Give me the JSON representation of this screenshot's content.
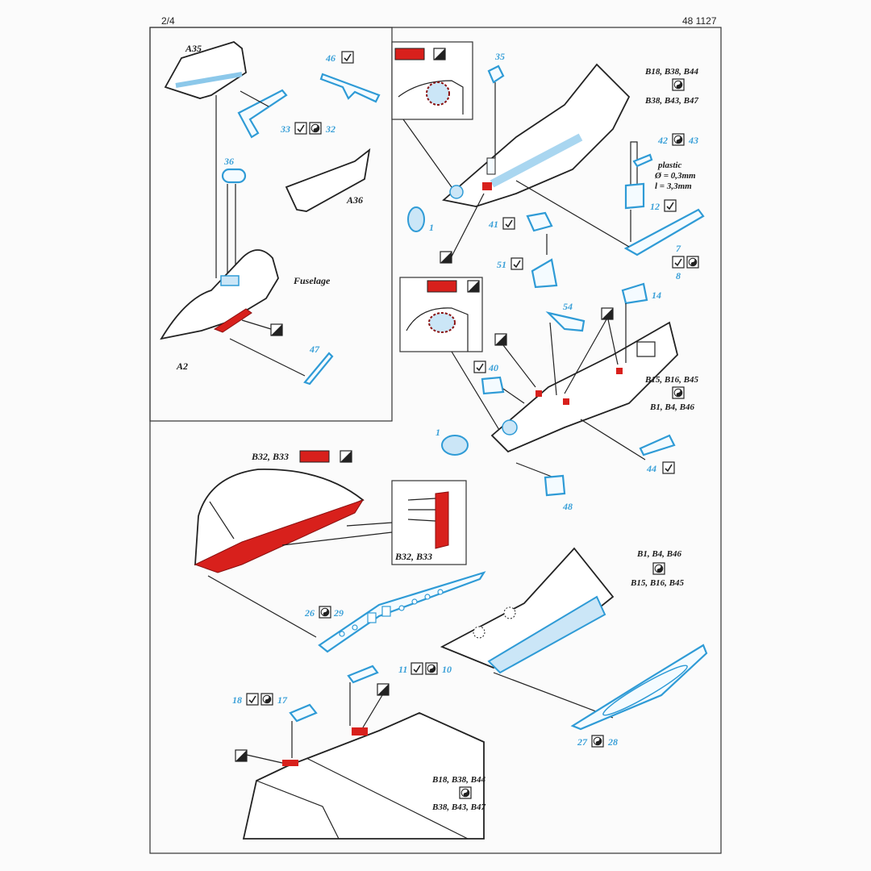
{
  "header": {
    "page": "2/4",
    "code": "48 1127"
  },
  "inset": {
    "labels": {
      "a35": "A35",
      "a36": "A36",
      "a2": "A2",
      "fuselage": "Fuselage",
      "p46": "46",
      "p33": "33",
      "p32": "32",
      "p36": "36",
      "p47": "47"
    }
  },
  "cockpit_top": {
    "p35": "35",
    "p1": "1",
    "p41": "41",
    "p51": "51",
    "p42": "42",
    "p43": "43",
    "p12": "12",
    "p7": "7",
    "p8": "8",
    "refs_a": "B18, B38, B44",
    "refs_b": "B38, B43, B47",
    "plastic": "plastic",
    "diam": "Ø = 0,3mm",
    "len": "l = 3,3mm"
  },
  "cockpit_bottom": {
    "p54": "54",
    "p14": "14",
    "p40": "40",
    "p1": "1",
    "p48": "48",
    "p44": "44",
    "refs_a": "B15, B16, B45",
    "refs_b": "B1, B4, B46"
  },
  "flaps": {
    "b32_label": "B32, B33",
    "detail_label": "B32, B33",
    "p26": "26",
    "p29": "29"
  },
  "wing_right": {
    "refs_a": "B1, B4, B46",
    "refs_b": "B15, B16, B45",
    "p11": "11",
    "p10": "10",
    "p27": "27",
    "p28": "28"
  },
  "wing_bottom": {
    "p18": "18",
    "p17": "17",
    "refs_a": "B18, B38, B44",
    "refs_b": "B38, B43, B47"
  },
  "colors": {
    "red": "#d8201c",
    "blue": "#3aa0d8",
    "line": "#222222"
  },
  "icons": [
    "check-icon",
    "yin-yang-icon",
    "half-fill-icon",
    "color-swatch-red"
  ]
}
